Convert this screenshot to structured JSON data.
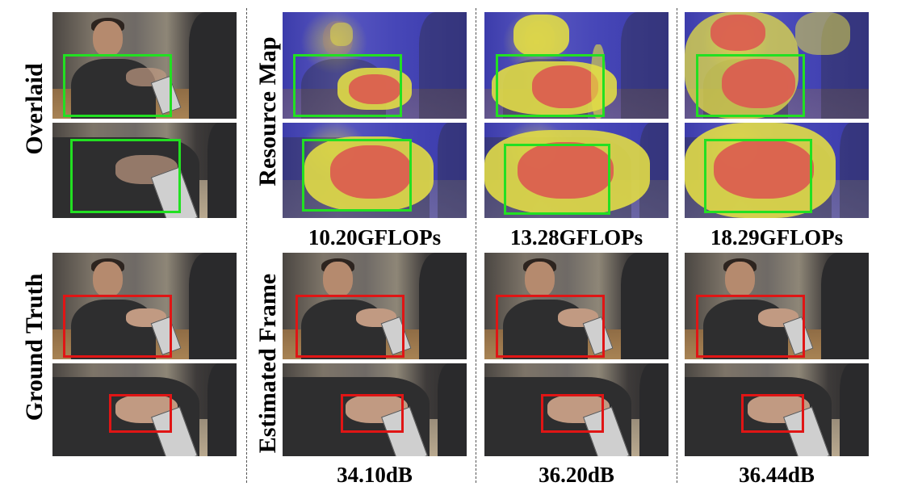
{
  "row_labels": {
    "overlaid": "Overlaid",
    "ground_truth": "Ground Truth",
    "resource_map": "Resource Map",
    "estimated_frame": "Estimated Frame"
  },
  "resource_captions": [
    "10.20GFLOPs",
    "13.28GFLOPs",
    "18.29GFLOPs"
  ],
  "quality_captions": [
    "34.10dB",
    "36.20dB",
    "36.44dB"
  ],
  "colors": {
    "highlight_box_top": "#22e022",
    "highlight_box_bottom": "#e01515",
    "resource_low": "#3f3fb3",
    "resource_mid": "#e1dc46",
    "resource_high": "#dc5a50"
  }
}
